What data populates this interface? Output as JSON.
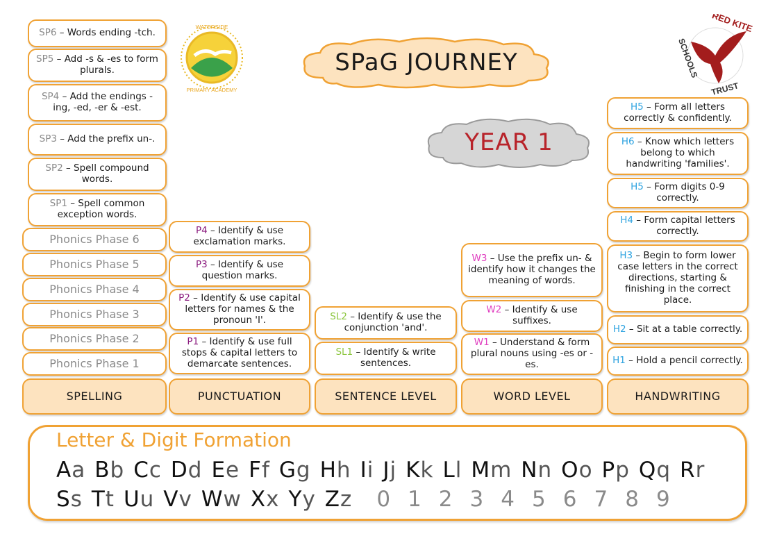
{
  "title": "SPaG JOURNEY",
  "year": "YEAR 1",
  "logos": {
    "left": {
      "top_text": "WATERSIDE",
      "bottom_text": "PRIMARY ACADEMY"
    },
    "right": {
      "top_text": "RED KITE",
      "left_text": "SCHOOLS",
      "right_text": "TRUST"
    }
  },
  "spelling": {
    "items": [
      {
        "code": "SP6",
        "text": "Words ending -tch."
      },
      {
        "code": "SP5",
        "text": "Add -s & -es to form plurals."
      },
      {
        "code": "SP4",
        "text": "Add the endings -ing, -ed, -er & -est."
      },
      {
        "code": "SP3",
        "text": "Add the prefix un-."
      },
      {
        "code": "SP2",
        "text": "Spell compound words."
      },
      {
        "code": "SP1",
        "text": "Spell common exception words."
      }
    ],
    "phonics": [
      "Phonics Phase 6",
      "Phonics Phase 5",
      "Phonics Phase 4",
      "Phonics Phase 3",
      "Phonics Phase 2",
      "Phonics Phase 1"
    ],
    "label": "SPELLING"
  },
  "punctuation": {
    "items": [
      {
        "code": "P4",
        "text": "Identify & use exclamation marks."
      },
      {
        "code": "P3",
        "text": "Identify & use question marks."
      },
      {
        "code": "P2",
        "text": "Identify & use capital letters for names & the pronoun 'I'."
      },
      {
        "code": "P1",
        "text": "Identify & use full stops & capital letters to demarcate sentences."
      }
    ],
    "label": "PUNCTUATION"
  },
  "sentence": {
    "items": [
      {
        "code": "SL2",
        "text": "Identify & use the conjunction 'and'."
      },
      {
        "code": "SL1",
        "text": "Identify & write sentences."
      }
    ],
    "label": "SENTENCE LEVEL"
  },
  "word": {
    "items": [
      {
        "code": "W3",
        "text": "Use the prefix un- & identify how it changes the meaning of words."
      },
      {
        "code": "W2",
        "text": "Identify & use suffixes."
      },
      {
        "code": "W1",
        "text": "Understand & form plural nouns using -es or -es."
      }
    ],
    "label": "WORD LEVEL"
  },
  "handwriting": {
    "items": [
      {
        "code": "H5",
        "text": "Form all letters correctly & confidently."
      },
      {
        "code": "H6",
        "text": "Know which letters belong to which handwriting 'families'."
      },
      {
        "code": "H5",
        "text": "Form digits 0-9 correctly."
      },
      {
        "code": "H4",
        "text": "Form capital letters correctly."
      },
      {
        "code": "H3",
        "text": "Begin to form lower case letters in the correct directions, starting & finishing in the correct place."
      },
      {
        "code": "H2",
        "text": "Sit at a table correctly."
      },
      {
        "code": "H1",
        "text": "Hold a pencil correctly."
      }
    ],
    "label": "HANDWRITING"
  },
  "letter_formation": {
    "title": "Letter & Digit Formation",
    "row1": [
      [
        "A",
        "a"
      ],
      [
        "B",
        "b"
      ],
      [
        "C",
        "c"
      ],
      [
        "D",
        "d"
      ],
      [
        "E",
        "e"
      ],
      [
        "F",
        "f"
      ],
      [
        "G",
        "g"
      ],
      [
        "H",
        "h"
      ],
      [
        "I",
        "i"
      ],
      [
        "J",
        "j"
      ],
      [
        "K",
        "k"
      ],
      [
        "L",
        "l"
      ],
      [
        "M",
        "m"
      ],
      [
        "N",
        "n"
      ],
      [
        "O",
        "o"
      ],
      [
        "P",
        "p"
      ],
      [
        "Q",
        "q"
      ],
      [
        "R",
        "r"
      ]
    ],
    "row2": [
      [
        "S",
        "s"
      ],
      [
        "T",
        "t"
      ],
      [
        "U",
        "u"
      ],
      [
        "V",
        "v"
      ],
      [
        "W",
        "w"
      ],
      [
        "X",
        "x"
      ],
      [
        "Y",
        "y"
      ],
      [
        "Z",
        "z"
      ]
    ],
    "digits": [
      "0",
      "1",
      "2",
      "3",
      "4",
      "5",
      "6",
      "7",
      "8",
      "9"
    ]
  },
  "colors": {
    "border": "#f0a234",
    "base_fill": "#fde3bf",
    "year_text": "#b8232a",
    "spelling_code": "#8a8a8a",
    "punctuation_code": "#8a1a7e",
    "sentence_code": "#8cc63f",
    "word_code": "#e040c0",
    "handwriting_code": "#2ea3e0"
  }
}
